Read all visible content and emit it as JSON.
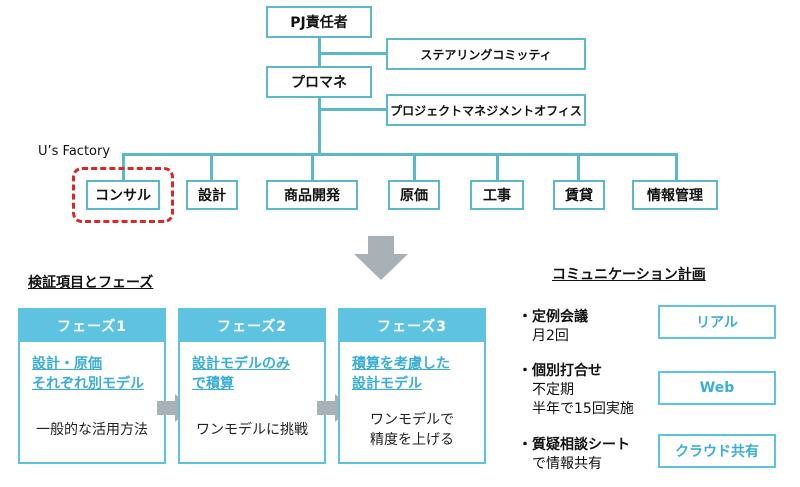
{
  "org": {
    "pj_lead": "PJ責任者",
    "steering": "ステアリングコミッティ",
    "pm": "プロマネ",
    "pmo": "プロジェクトマネジメントオフィス",
    "factory_label": "U’s Factory",
    "departments": [
      "コンサル",
      "設計",
      "商品開発",
      "原価",
      "工事",
      "賃貸",
      "情報管理"
    ]
  },
  "verification": {
    "title": "検証項目とフェーズ",
    "phases": [
      {
        "name": "フェーズ1",
        "goal": "設計・原価\nそれぞれ別モデル",
        "desc": "一般的な活用方法"
      },
      {
        "name": "フェーズ2",
        "goal": "設計モデルのみ\nで積算",
        "desc": "ワンモデルに挑戦"
      },
      {
        "name": "フェーズ3",
        "goal": "積算を考慮した\n設計モデル",
        "desc": "ワンモデルで\n精度を上げる"
      }
    ]
  },
  "communication": {
    "title": "コミュニケーション計画",
    "items": [
      {
        "title": "・定例会議",
        "details": [
          "月2回"
        ],
        "tag": "リアル"
      },
      {
        "title": "・個別打合せ",
        "details": [
          "不定期",
          "半年で15回実施"
        ],
        "tag": "Web"
      },
      {
        "title": "・質疑相談シート",
        "details": [
          "で情報共有"
        ],
        "tag": "クラウド共有"
      }
    ]
  },
  "colors": {
    "org_line": "#5ab8c9",
    "phase_accent": "#5ec3e0",
    "highlight_dash": "#d62a2a",
    "arrow_gray": "#a8b1b6"
  }
}
